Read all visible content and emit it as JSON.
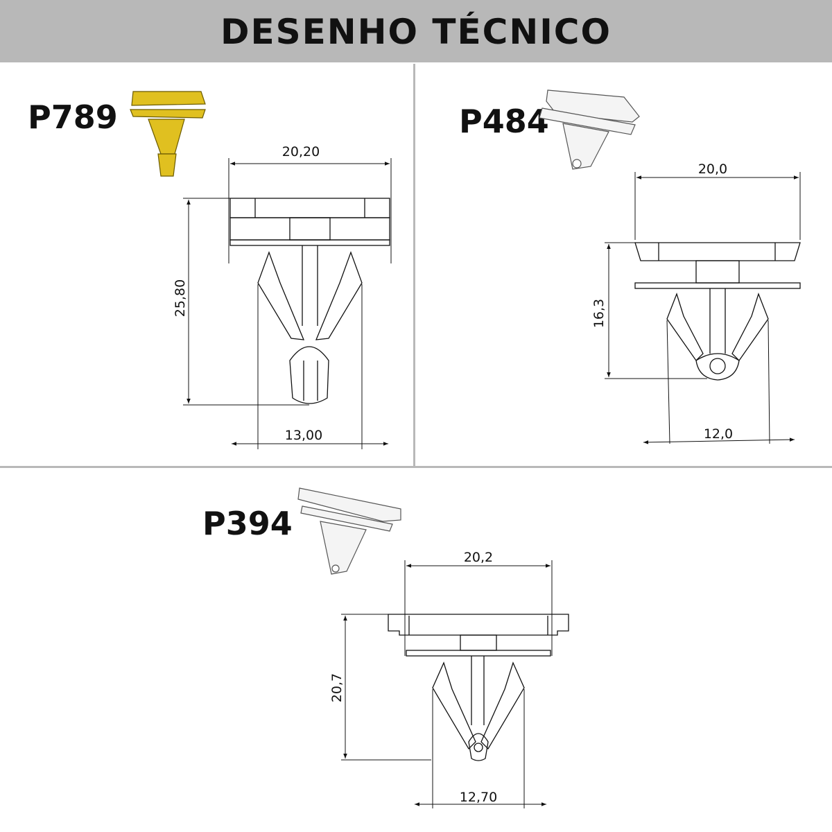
{
  "header": {
    "title": "DESENHO TÉCNICO"
  },
  "parts": [
    {
      "code": "P789",
      "width_dim": "20,20",
      "height_dim": "25,80",
      "base_dim": "13,00",
      "color": "#e0c020"
    },
    {
      "code": "P484",
      "width_dim": "20,0",
      "height_dim": "16,3",
      "base_dim": "12,0",
      "color": "#f4f4f4"
    },
    {
      "code": "P394",
      "width_dim": "20,2",
      "height_dim": "20,7",
      "base_dim": "12,70",
      "color": "#f4f4f4"
    }
  ]
}
